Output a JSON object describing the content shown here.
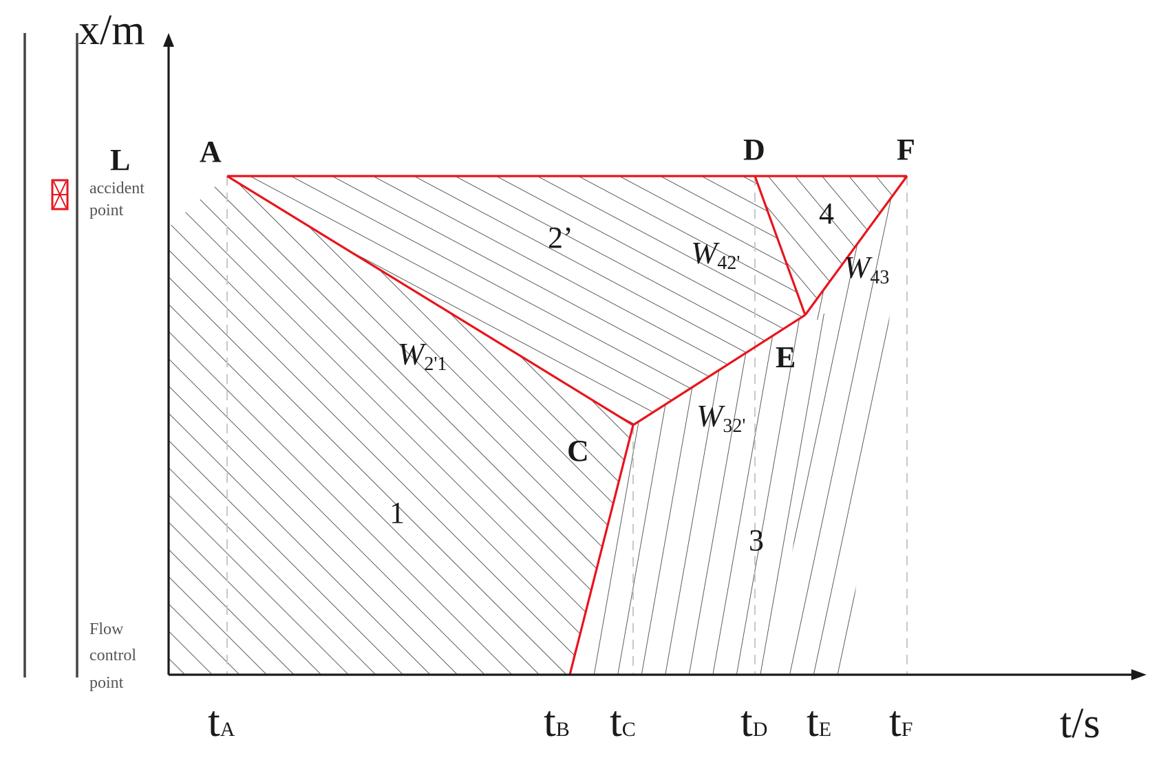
{
  "axes": {
    "x_title": "t/s",
    "y_title": "x/m"
  },
  "y_marks": {
    "top": "L",
    "top_desc": [
      "accident",
      "point"
    ],
    "bottom_desc": [
      "Flow",
      "control",
      "point"
    ]
  },
  "points": {
    "A": "A",
    "C": "C",
    "D": "D",
    "E": "E",
    "F": "F"
  },
  "regions": {
    "r1": "1",
    "r2": "2’",
    "r3": "3",
    "r4": "4"
  },
  "waves": [
    {
      "main": "W",
      "sub": "2'1"
    },
    {
      "main": "W",
      "sub": "42'"
    },
    {
      "main": "W",
      "sub": "32'"
    },
    {
      "main": "W",
      "sub": "43"
    }
  ],
  "ticks": [
    {
      "main": "t",
      "sub": "A"
    },
    {
      "main": "t",
      "sub": "B"
    },
    {
      "main": "t",
      "sub": "C"
    },
    {
      "main": "t",
      "sub": "D"
    },
    {
      "main": "t",
      "sub": "E"
    },
    {
      "main": "t",
      "sub": "F"
    }
  ],
  "colors": {
    "boundary": "#e8141c",
    "hatch": "#333333",
    "axis": "#1a1a1a",
    "guide": "#c8c8c8",
    "marker": "#e8141c"
  },
  "icons": {
    "accident_marker": "accident-marker-icon"
  }
}
